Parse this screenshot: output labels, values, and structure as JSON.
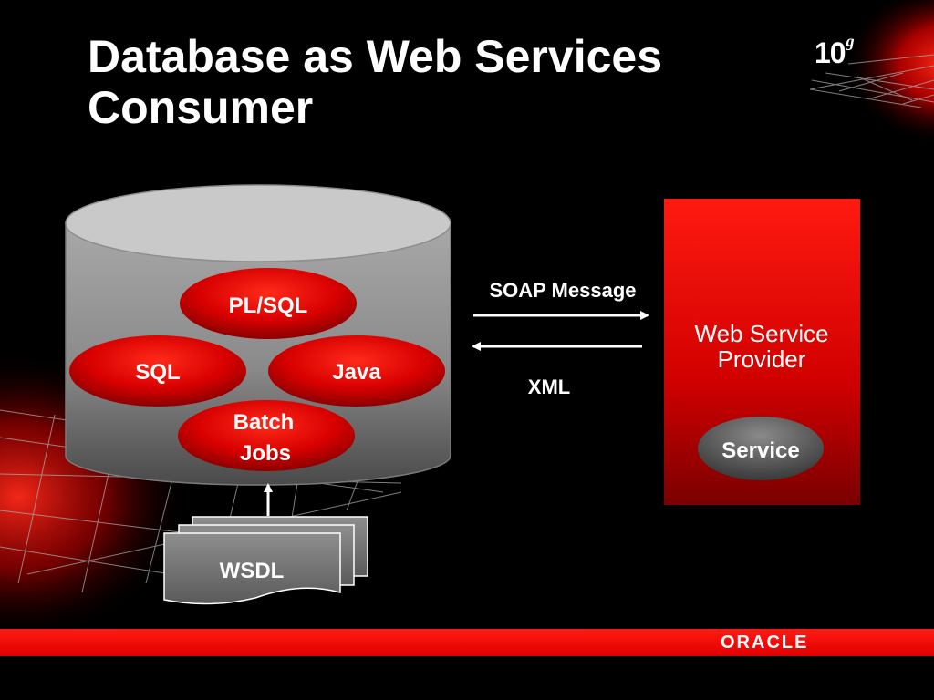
{
  "slide": {
    "title_line1": "Database as Web Services",
    "title_line2": "Consumer",
    "version_badge_main": "10",
    "version_badge_sup": "g",
    "footer_logo": "ORACLE"
  },
  "diagram": {
    "database_components": [
      "PL/SQL",
      "SQL",
      "Java"
    ],
    "batch_jobs_line1": "Batch",
    "batch_jobs_line2": "Jobs",
    "wsdl_label": "WSDL",
    "soap_message_label": "SOAP Message",
    "xml_label": "XML",
    "provider_line1": "Web Service",
    "provider_line2": "Provider",
    "service_label": "Service"
  },
  "colors": {
    "background": "#000000",
    "accent_red": "#e60000",
    "database_gray": "#9a9a9a",
    "text": "#ffffff"
  }
}
